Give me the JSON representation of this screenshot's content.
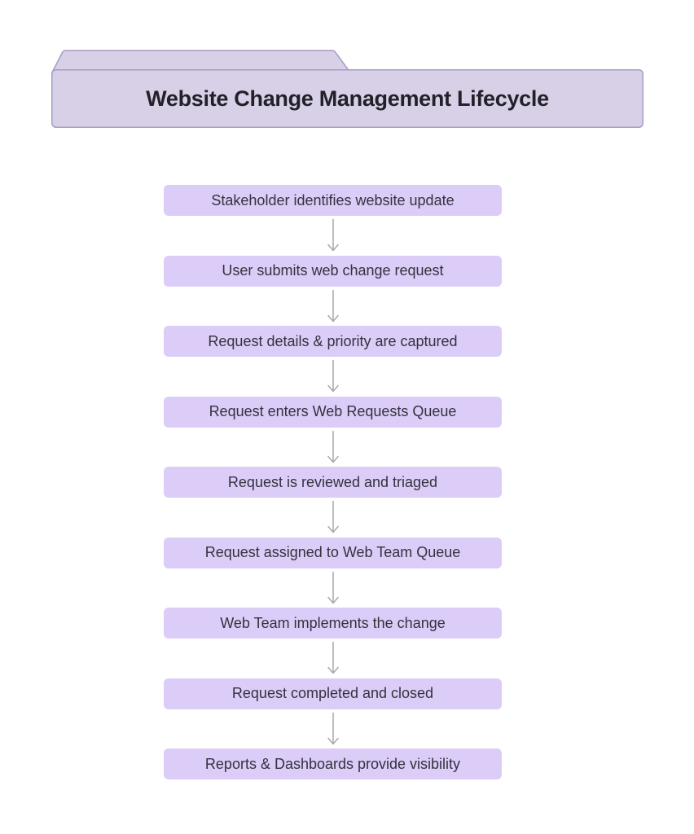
{
  "page": {
    "background": "#ffffff"
  },
  "header": {
    "title": "Website Change Management Lifecycle",
    "fill": "#d7d0e6",
    "border": "#a89cc6",
    "title_color": "#232029"
  },
  "flow": {
    "box_fill": "#dbccf8",
    "text_color": "#35323d",
    "arrow_color": "#a9a9a9",
    "arrow_icon": "arrow-down-icon",
    "steps": [
      "Stakeholder identifies website update",
      "User submits web change request",
      "Request details & priority are captured",
      "Request enters Web Requests Queue",
      "Request is reviewed and triaged",
      "Request assigned to Web Team Queue",
      "Web Team implements the change",
      "Request completed and closed",
      "Reports & Dashboards provide visibility"
    ]
  }
}
